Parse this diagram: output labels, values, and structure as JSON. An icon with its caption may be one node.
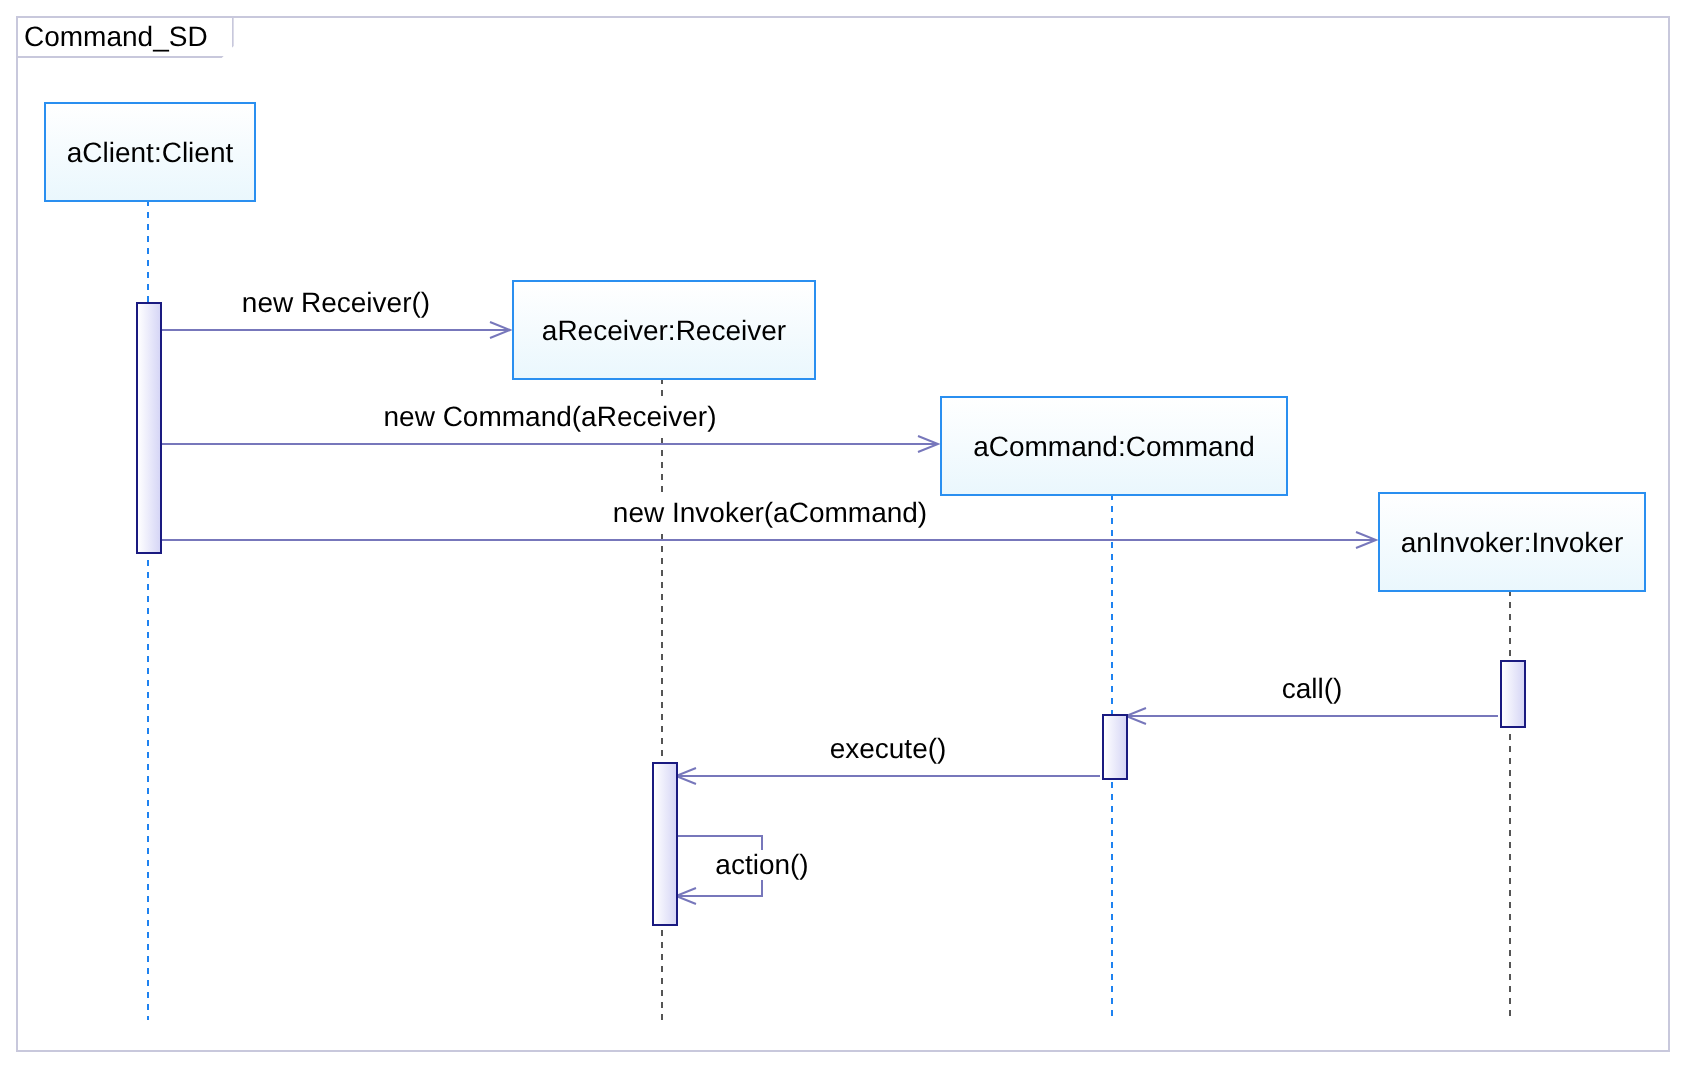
{
  "diagram": {
    "nodes": [
      {
        "text": [
          "Command_SD"
        ]
      },
      {
        "text": [
          "aClient:Client"
        ],
        "in": 0
      },
      {
        "text": [],
        "shape": "bar",
        "in": 0
      },
      {
        "text": [
          "aReceiver:Receiver"
        ],
        "in": 0
      },
      {
        "text": [
          "aCommand:Command"
        ],
        "in": 0
      },
      {
        "text": [
          "anInvoker:Invoker"
        ],
        "in": 0
      },
      {
        "text": [],
        "shape": "bar",
        "in": 0
      },
      {
        "text": [],
        "shape": "bar",
        "in": 0
      },
      {
        "text": [],
        "shape": "bar",
        "in": 0
      }
    ],
    "edges": [
      {
        "from": 2,
        "to": 3,
        "arrow": "to",
        "label": "new Receiver()"
      },
      {
        "from": 2,
        "to": 4,
        "arrow": "to",
        "label": "new Command(aReceiver)"
      },
      {
        "from": 2,
        "to": 5,
        "arrow": "to",
        "label": "new Invoker(aCommand)"
      },
      {
        "from": 6,
        "to": 7,
        "arrow": "to",
        "label": "call()"
      },
      {
        "from": 7,
        "to": 8,
        "arrow": "to",
        "label": "execute()"
      },
      {
        "from": 8,
        "to": 8,
        "arrow": "to",
        "label": "action()"
      }
    ]
  }
}
